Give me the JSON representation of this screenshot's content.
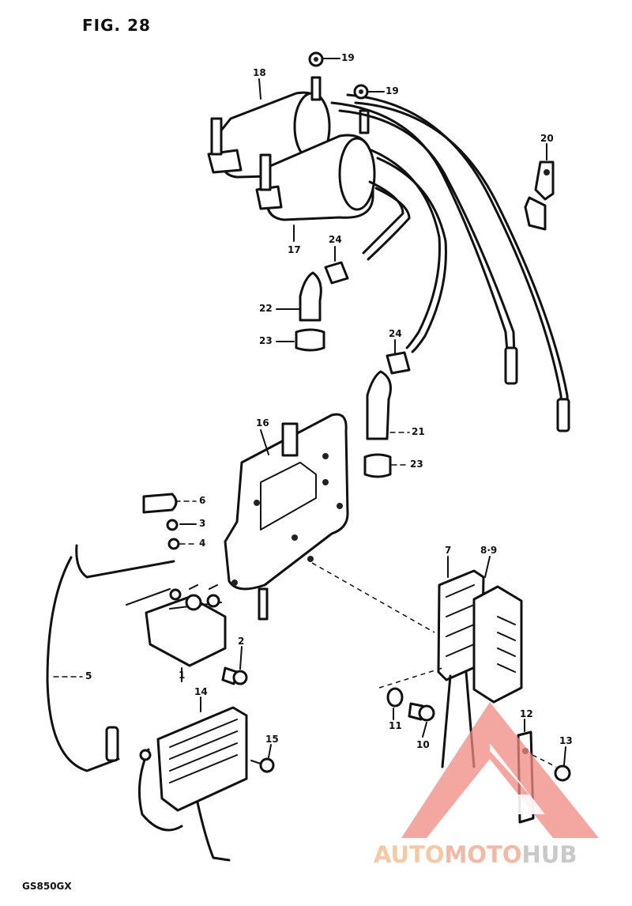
{
  "figure": {
    "title": "FIG. 28",
    "model": "GS850GX"
  },
  "callouts": [
    {
      "id": "c18",
      "number": "18"
    },
    {
      "id": "c19a",
      "number": "19"
    },
    {
      "id": "c19b",
      "number": "19"
    },
    {
      "id": "c20",
      "number": "20"
    },
    {
      "id": "c17",
      "number": "17"
    },
    {
      "id": "c24a",
      "number": "24"
    },
    {
      "id": "c22",
      "number": "22"
    },
    {
      "id": "c23a",
      "number": "23"
    },
    {
      "id": "c24b",
      "number": "24"
    },
    {
      "id": "c21",
      "number": "21"
    },
    {
      "id": "c23b",
      "number": "23"
    },
    {
      "id": "c16",
      "number": "16"
    },
    {
      "id": "c6",
      "number": "6"
    },
    {
      "id": "c3",
      "number": "3"
    },
    {
      "id": "c4",
      "number": "4"
    },
    {
      "id": "c7",
      "number": "7"
    },
    {
      "id": "c89",
      "number": "8·9"
    },
    {
      "id": "c2",
      "number": "2"
    },
    {
      "id": "c1",
      "number": "1"
    },
    {
      "id": "c5",
      "number": "5"
    },
    {
      "id": "c14",
      "number": "14"
    },
    {
      "id": "c15",
      "number": "15"
    },
    {
      "id": "c11",
      "number": "11"
    },
    {
      "id": "c10",
      "number": "10"
    },
    {
      "id": "c12",
      "number": "12"
    },
    {
      "id": "c13",
      "number": "13"
    }
  ],
  "watermark": {
    "part1": "AUTO",
    "part2": "MOTO",
    "part3": "HUB",
    "colors": {
      "part1": "#f6c9a4",
      "part2": "#f2b9a6",
      "part3": "#c9c9c9",
      "logo": "#f08a80"
    }
  }
}
